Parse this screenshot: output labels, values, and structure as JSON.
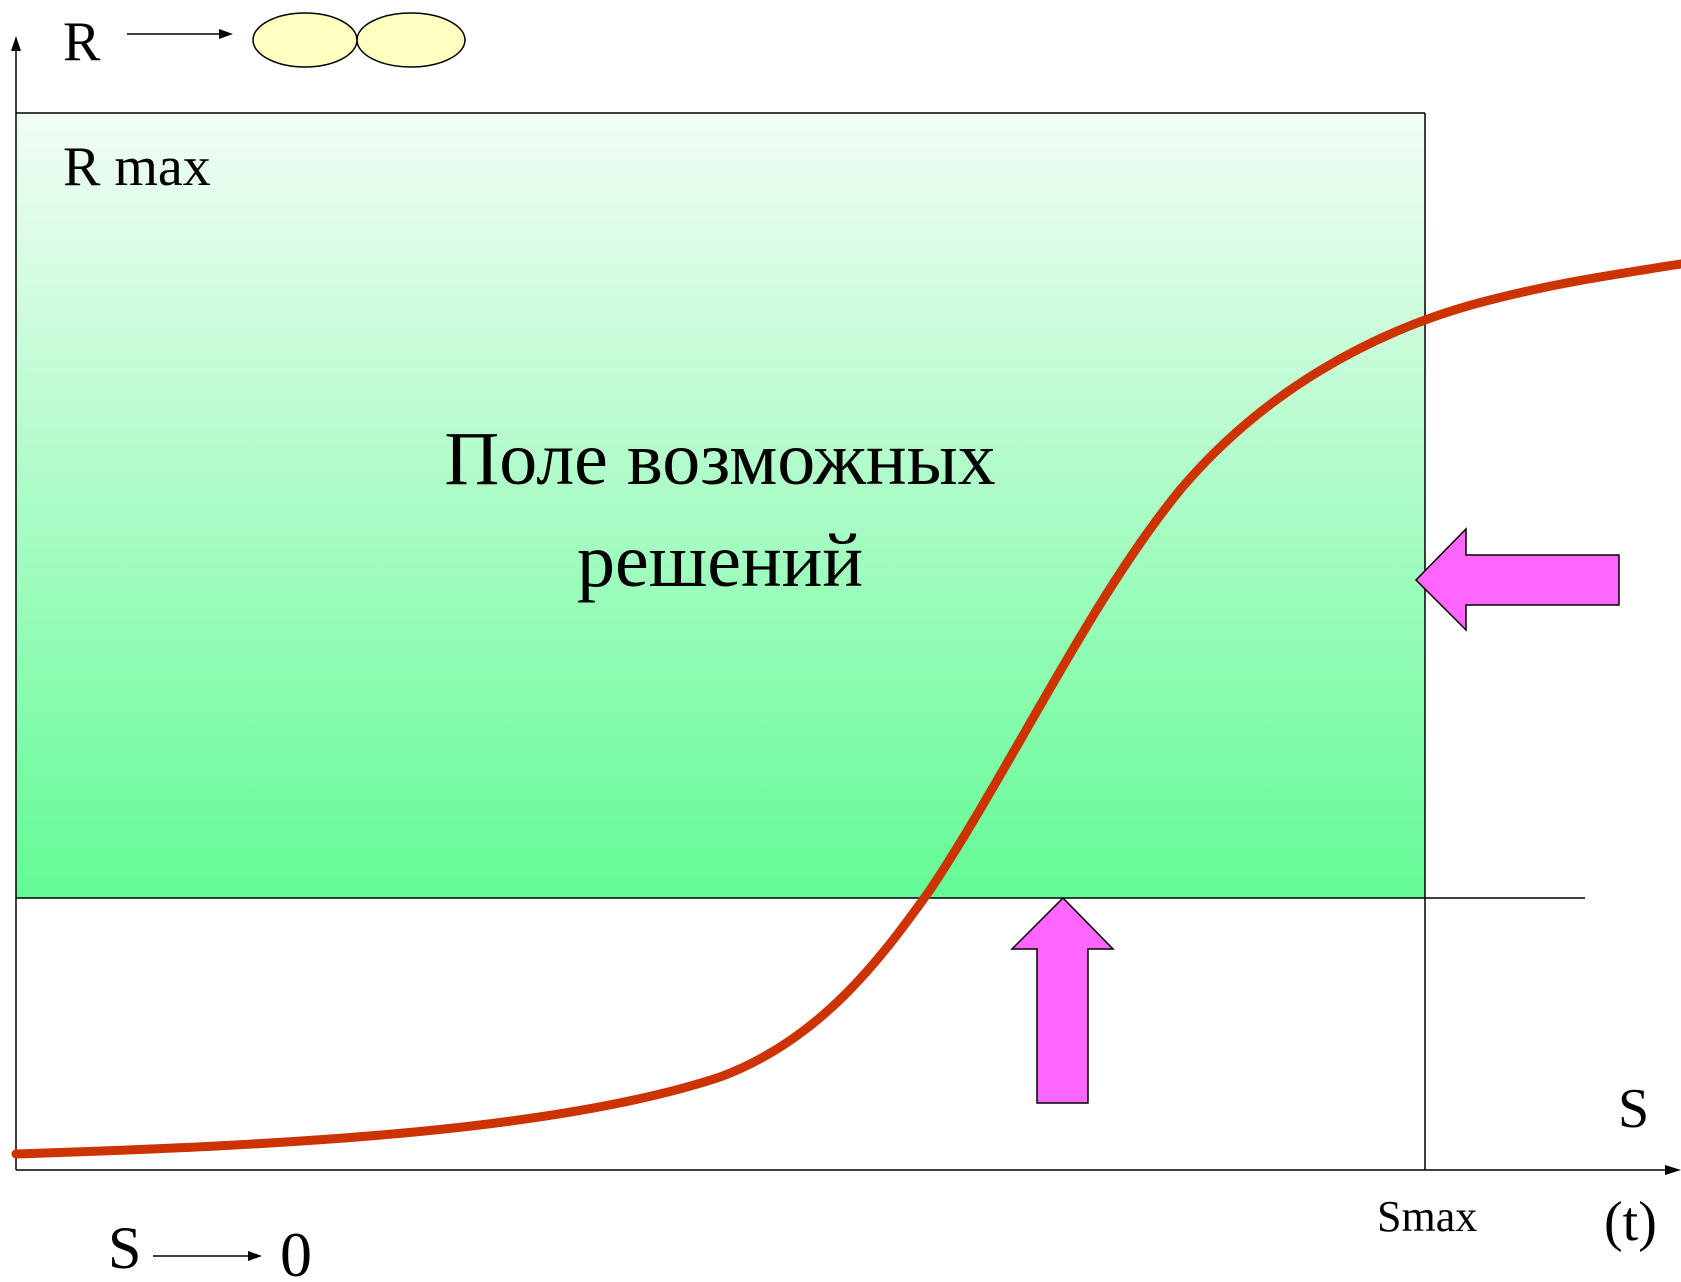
{
  "labels": {
    "r_axis": "R",
    "r_max": "R max",
    "field_line1": "Поле возможных",
    "field_line2": "решений",
    "s_axis": "S",
    "s_max": "Smax",
    "t_unit": "(t)",
    "s_bottom": "S",
    "zero": "0"
  },
  "colors": {
    "gradient_top": "#f2fdf5",
    "gradient_bottom": "#63fb96",
    "curve": "#cc3300",
    "arrow_fill": "#ff66ff",
    "ellipse_fill": "#ffffc0"
  },
  "icons": {
    "left_arrow": "arrow-left-icon",
    "up_arrow": "arrow-up-icon",
    "lobes": "double-ellipse-icon"
  }
}
